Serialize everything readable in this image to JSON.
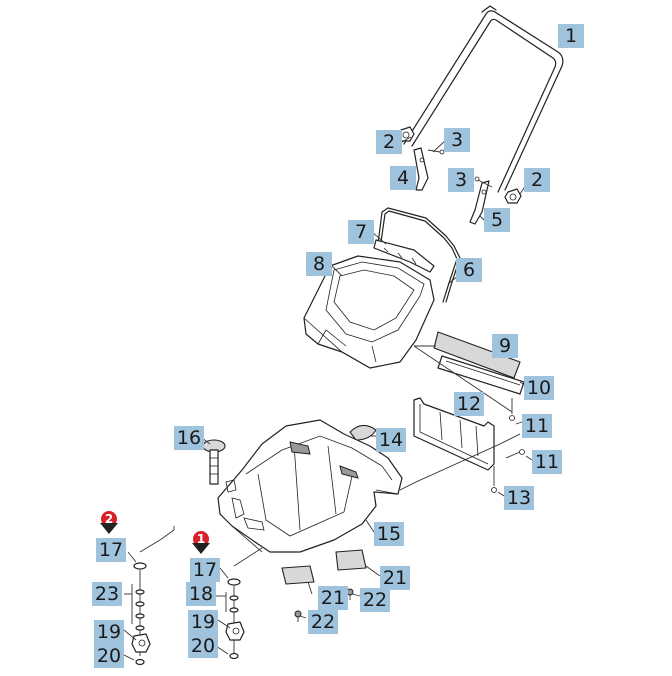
{
  "diagram": {
    "colors": {
      "label_bg": "#9fc3dc",
      "marker_red": "#d8202a",
      "line": "#222222"
    },
    "labels": [
      {
        "id": "1",
        "text": "1"
      },
      {
        "id": "2a",
        "text": "2"
      },
      {
        "id": "3a",
        "text": "3"
      },
      {
        "id": "4",
        "text": "4"
      },
      {
        "id": "3b",
        "text": "3"
      },
      {
        "id": "2b",
        "text": "2"
      },
      {
        "id": "5",
        "text": "5"
      },
      {
        "id": "7",
        "text": "7"
      },
      {
        "id": "6",
        "text": "6"
      },
      {
        "id": "8",
        "text": "8"
      },
      {
        "id": "9",
        "text": "9"
      },
      {
        "id": "10",
        "text": "10"
      },
      {
        "id": "12",
        "text": "12"
      },
      {
        "id": "11a",
        "text": "11"
      },
      {
        "id": "16",
        "text": "16"
      },
      {
        "id": "14",
        "text": "14"
      },
      {
        "id": "11b",
        "text": "11"
      },
      {
        "id": "13",
        "text": "13"
      },
      {
        "id": "15",
        "text": "15"
      },
      {
        "id": "17a",
        "text": "17"
      },
      {
        "id": "17b",
        "text": "17"
      },
      {
        "id": "21a",
        "text": "21"
      },
      {
        "id": "23",
        "text": "23"
      },
      {
        "id": "18",
        "text": "18"
      },
      {
        "id": "21b",
        "text": "21"
      },
      {
        "id": "22a",
        "text": "22"
      },
      {
        "id": "22b",
        "text": "22"
      },
      {
        "id": "19a",
        "text": "19"
      },
      {
        "id": "19b",
        "text": "19"
      },
      {
        "id": "20a",
        "text": "20"
      },
      {
        "id": "20b",
        "text": "20"
      }
    ],
    "markers": [
      {
        "id": "m2",
        "text": "2"
      },
      {
        "id": "m1",
        "text": "1"
      }
    ]
  }
}
